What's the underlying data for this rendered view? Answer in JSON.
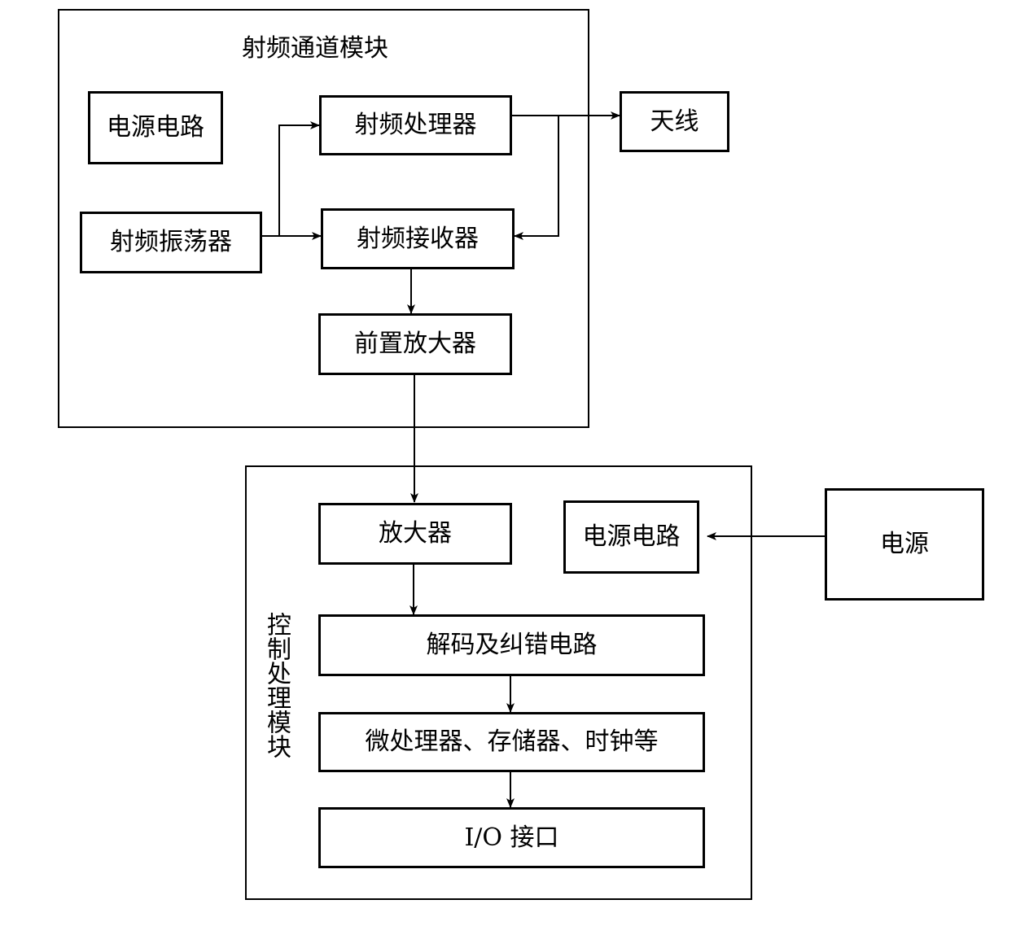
{
  "rf_module": {
    "title": "射频通道模块",
    "power_circuit": "电源电路",
    "rf_processor": "射频处理器",
    "rf_oscillator": "射频振荡器",
    "rf_receiver": "射频接收器",
    "preamplifier": "前置放大器"
  },
  "antenna": "天线",
  "control_module": {
    "title": "控制处理模块",
    "amplifier": "放大器",
    "power_circuit": "电源电路",
    "decode_circuit": "解码及纠错电路",
    "microprocessor": "微处理器、存储器、时钟等",
    "io_interface": "I/O 接口"
  },
  "power_supply": "电源"
}
